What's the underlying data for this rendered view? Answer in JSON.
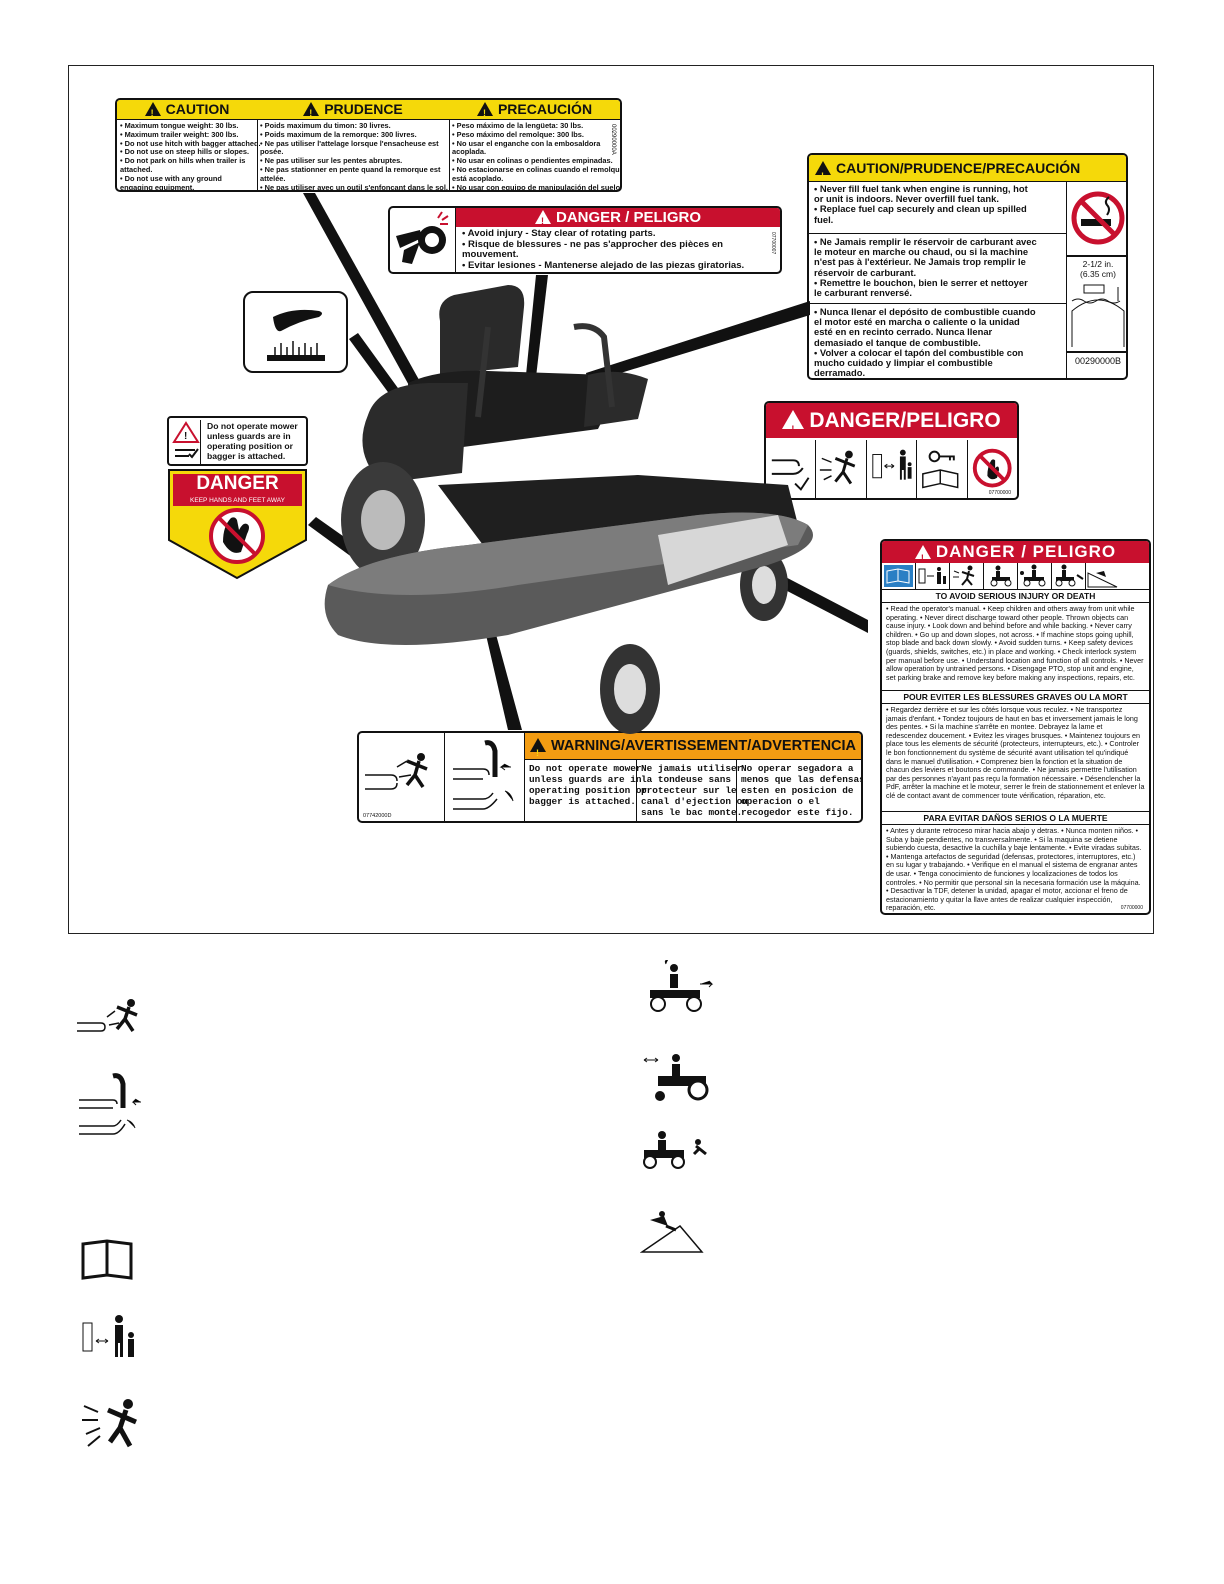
{
  "caution_hitch": {
    "headers": [
      "CAUTION",
      "PRUDENCE",
      "PRECAUCIÓN"
    ],
    "english": [
      "• Maximum tongue weight: 30 lbs.",
      "• Maximum trailer weight: 300 lbs.",
      "• Do not use hitch with bagger attached.",
      "• Do not use on steep hills or slopes.",
      "• Do not park on hills when trailer is",
      "  attached.",
      "• Do not use with any ground",
      "  engaging equipment."
    ],
    "french": [
      "• Poids maximum du timon: 30 livres.",
      "• Poids maximum de la remorque: 300 livres.",
      "• Ne pas utiliser l'attelage lorsque l'ensacheuse est",
      "  posée.",
      "• Ne pas utiliser sur les pentes abruptes.",
      "• Ne pas stationner en pente quand la remorque est",
      "  attelée.",
      "• Ne pas utiliser avec un outil s'enfonçant dans le sol."
    ],
    "spanish": [
      "• Peso máximo de la lengüeta: 30 lbs.",
      "• Peso máximo del remolque: 300 lbs.",
      "• No usar el enganche con la embosaldora",
      "  acoplada.",
      "• No usar en colinas o pendientes empinadas.",
      "• No estacionarse en colinas cuando el remolque",
      "  está acoplado.",
      "• No usar con equipo de manipulación del suelo."
    ],
    "part_number": "00290000A"
  },
  "danger_rotating": {
    "header": "DANGER / PELIGRO",
    "lines": [
      "• Avoid injury - Stay clear of rotating parts.",
      "• Risque de blessures - ne pas s'approcher des pièces en",
      "  mouvement.",
      "• Evitar lesiones - Mantenerse alejado de las piezas giratorias."
    ],
    "part_number": "07700007"
  },
  "caution_fuel": {
    "header": "CAUTION/PRUDENCE/PRECAUCIÓN",
    "english": [
      "• Never fill fuel tank when engine is running, hot",
      "  or unit is indoors. Never overfill fuel tank.",
      "• Replace fuel cap securely and clean up spilled",
      "  fuel."
    ],
    "french": [
      "• Ne Jamais remplir le réservoir de carburant avec",
      "  le moteur en marche ou chaud, ou si la machine",
      "  n'est pas à l'extérieur. Ne Jamais trop remplir le",
      "  réservoir de carburant.",
      "• Remettre le bouchon, bien le serrer et nettoyer",
      "  le carburant renversé."
    ],
    "spanish": [
      "• Nunca llenar el depósito de combustible cuando",
      "  el motor esté en marcha o caliente o la unidad",
      "  esté en en recinto cerrado. Nunca llenar",
      "  demasiado el tanque de combustible.",
      "• Volver a colocar el tapón del combustible con",
      "  mucho cuidado y limpiar el combustible",
      "  derramado."
    ],
    "fill_note": "2-1/2 in.",
    "fill_note_metric": "(6.35 cm)",
    "part_number": "00290000B"
  },
  "danger_guards": {
    "instruction": "Do not operate mower unless guards are in operating position or bagger is attached.",
    "header": "DANGER",
    "sub": "KEEP HANDS AND FEET AWAY"
  },
  "danger_icons": {
    "header": "DANGER/PELIGRO",
    "part_number": "07700000"
  },
  "danger_big": {
    "header": "DANGER / PELIGRO",
    "section_en": "TO AVOID SERIOUS INJURY OR DEATH",
    "text_en": "• Read the operator's manual. • Keep children and others away from unit while operating. • Never direct discharge toward other people. Thrown objects can cause injury. • Look down and behind before and while backing. • Never carry children. • Go up and down slopes, not across. • If machine stops going uphill, stop blade and back down slowly. • Avoid sudden turns. • Keep safety devices (guards, shields, switches, etc.) in place and working. • Check interlock system per manual before use. • Understand location and function of all controls. • Never allow operation by untrained persons. • Disengage PTO, stop unit and engine, set parking brake and remove key before making any inspections, repairs, etc.",
    "section_fr": "POUR EVITER LES BLESSURES GRAVES OU LA MORT",
    "text_fr": "• Regardez derrière et sur les côtés lorsque vous reculez. • Ne transportez jamais d'enfant. • Tondez toujours de haut en bas et inversement jamais le long des pentes. • Si la machine s'arrête en montee. Debrayez la lame et redescendez doucement. • Evitez les virages brusques. • Maintenez toujours en place tous les elements de sécurité (protecteurs, interrupteurs, etc.). • Controler le bon fonctionnement du système de sécurité avant utilisation tel qu'indiqué dans le manuel d'utilisation. • Comprenez bien la fonction et la situation de chacun des leviers et boutons de commande. • Ne jamais permettre l'utilisation par des personnes n'ayant pas reçu la formation nécessaire. • Désenclencher la PdF, arrêter la machine et le moteur, serrer le frein de stationnement et enlever la clé de contact avant de commencer toute vérification, réparation, etc.",
    "section_es": "PARA EVITAR DAÑOS SERIOS O LA MUERTE",
    "text_es": "• Antes y durante retroceso mirar hacia abajo y detras. • Nunca monten niños. • Suba y baje pendientes, no transversalmente. • Si la maquina se detiene subiendo cuesta, desactive la cuchilla y baje lentamente. • Evite viradas subitas. • Mantenga artefactos de seguridad (defensas, protectores, interruptores, etc.) en su lugar y trabajando. • Verifique en el manual el sistema de engranar antes de usar. • Tenga conocimiento de funciones y localizaciones de todos los controles. • No permitir que personal sin la necesaria formación use la máquina. • Desactivar la TDF, detener la unidad, apagar el motor, accionar el freno de estacionamiento y quitar la llave antes de realizar cualquier inspección, reparación, etc.",
    "part_number": "07700000"
  },
  "warning_guards": {
    "header": "WARNING/AVERTISSEMENT/ADVERTENCIA",
    "english": [
      "Do not operate mower",
      "unless guards are in",
      "operating position or",
      "bagger is attached."
    ],
    "french": [
      "Ne jamais utiliser",
      "la tondeuse sans",
      "protecteur sur le",
      "canal d'ejection ou",
      "sans le bac monte."
    ],
    "spanish": [
      "No operar segadora a",
      "menos que las defensas",
      "esten en posicion de",
      "operacion o el",
      "recogedor este fijo."
    ],
    "part_number": "07742000D"
  },
  "legend_icons": [
    "thrown-objects",
    "discharge-guard",
    "read-manual",
    "keep-bystanders-away",
    "thrown-objects-person",
    "no-passengers",
    "look-behind",
    "no-children",
    "slope-hazard"
  ],
  "colors": {
    "danger_red": "#c8102e",
    "caution_yellow": "#f5d90a",
    "warning_orange": "#f39c12"
  }
}
